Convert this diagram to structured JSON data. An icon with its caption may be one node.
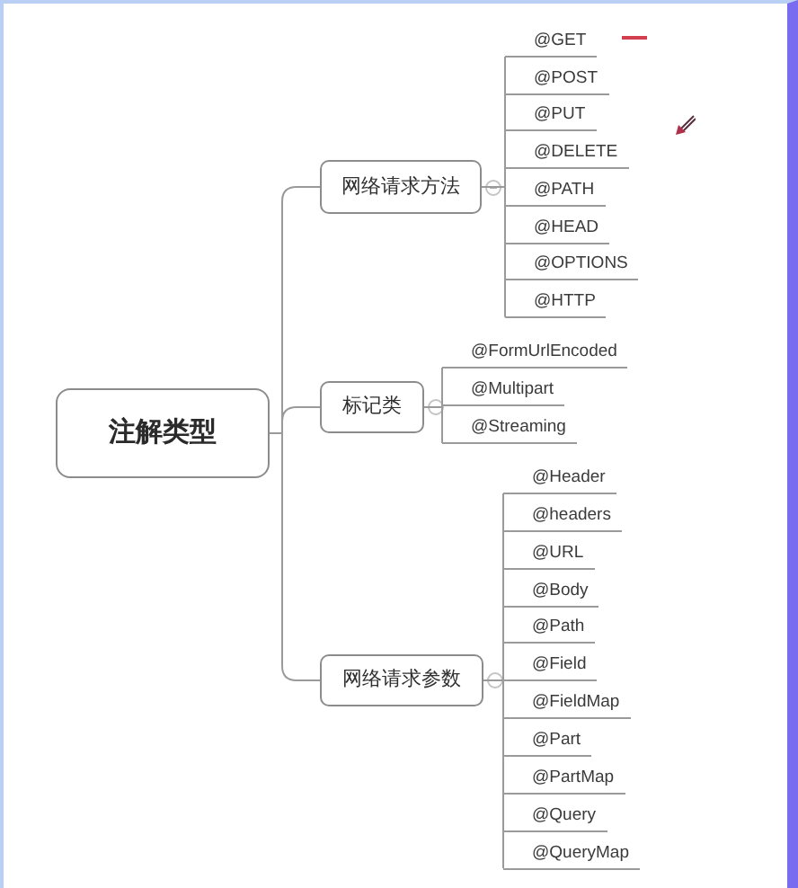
{
  "diagram": {
    "nodes": [
      {
        "text": [
          "注解类型"
        ]
      },
      {
        "text": [
          "网络请求方法"
        ]
      },
      {
        "text": [
          "@GET"
        ]
      },
      {
        "text": [
          "@POST"
        ]
      },
      {
        "text": [
          "@PUT"
        ]
      },
      {
        "text": [
          "@DELETE"
        ]
      },
      {
        "text": [
          "@PATH"
        ]
      },
      {
        "text": [
          "@HEAD"
        ]
      },
      {
        "text": [
          "@OPTIONS"
        ]
      },
      {
        "text": [
          "@HTTP"
        ]
      },
      {
        "text": [
          "标记类"
        ]
      },
      {
        "text": [
          "@FormUrlEncoded"
        ]
      },
      {
        "text": [
          "@Multipart"
        ]
      },
      {
        "text": [
          "@Streaming"
        ]
      },
      {
        "text": [
          "网络请求参数"
        ]
      },
      {
        "text": [
          "@Header"
        ]
      },
      {
        "text": [
          "@headers"
        ]
      },
      {
        "text": [
          "@URL"
        ]
      },
      {
        "text": [
          "@Body"
        ]
      },
      {
        "text": [
          "@Path"
        ]
      },
      {
        "text": [
          "@Field"
        ]
      },
      {
        "text": [
          "@FieldMap"
        ]
      },
      {
        "text": [
          "@Part"
        ]
      },
      {
        "text": [
          "@PartMap"
        ]
      },
      {
        "text": [
          "@Query"
        ]
      },
      {
        "text": [
          "@QueryMap"
        ]
      }
    ],
    "edges": [
      {
        "from": 0,
        "to": 1,
        "arrow": "none"
      },
      {
        "from": 0,
        "to": 10,
        "arrow": "none"
      },
      {
        "from": 0,
        "to": 14,
        "arrow": "none"
      },
      {
        "from": 1,
        "to": 2,
        "arrow": "none"
      },
      {
        "from": 1,
        "to": 3,
        "arrow": "none"
      },
      {
        "from": 1,
        "to": 4,
        "arrow": "none"
      },
      {
        "from": 1,
        "to": 5,
        "arrow": "none"
      },
      {
        "from": 1,
        "to": 6,
        "arrow": "none"
      },
      {
        "from": 1,
        "to": 7,
        "arrow": "none"
      },
      {
        "from": 1,
        "to": 8,
        "arrow": "none"
      },
      {
        "from": 1,
        "to": 9,
        "arrow": "none"
      },
      {
        "from": 10,
        "to": 11,
        "arrow": "none"
      },
      {
        "from": 10,
        "to": 12,
        "arrow": "none"
      },
      {
        "from": 10,
        "to": 13,
        "arrow": "none"
      },
      {
        "from": 14,
        "to": 15,
        "arrow": "none"
      },
      {
        "from": 14,
        "to": 16,
        "arrow": "none"
      },
      {
        "from": 14,
        "to": 17,
        "arrow": "none"
      },
      {
        "from": 14,
        "to": 18,
        "arrow": "none"
      },
      {
        "from": 14,
        "to": 19,
        "arrow": "none"
      },
      {
        "from": 14,
        "to": 20,
        "arrow": "none"
      },
      {
        "from": 14,
        "to": 21,
        "arrow": "none"
      },
      {
        "from": 14,
        "to": 22,
        "arrow": "none"
      },
      {
        "from": 14,
        "to": 23,
        "arrow": "none"
      },
      {
        "from": 14,
        "to": 24,
        "arrow": "none"
      },
      {
        "from": 14,
        "to": 25,
        "arrow": "none"
      }
    ]
  }
}
